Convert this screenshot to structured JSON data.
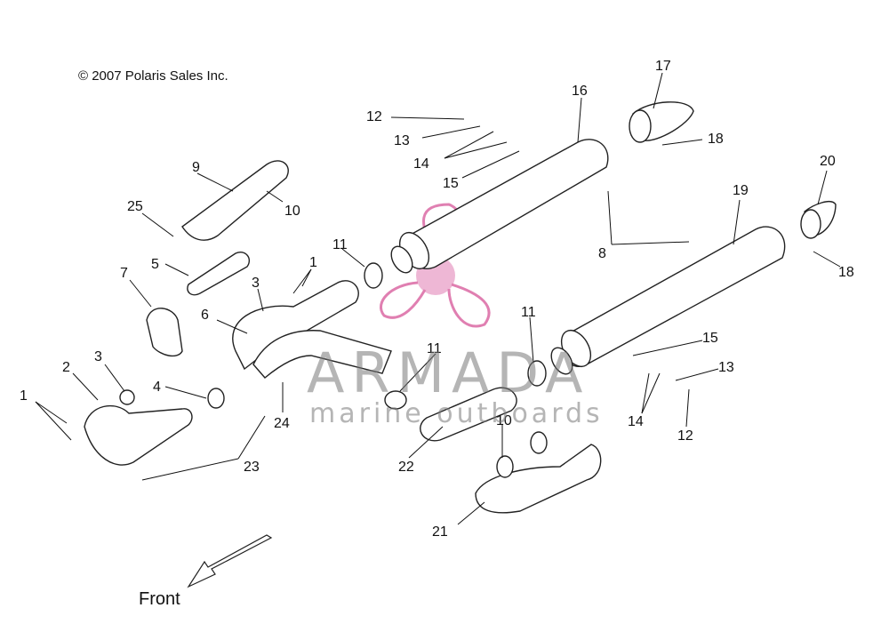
{
  "copyright": "© 2007 Polaris Sales Inc.",
  "front_label": "Front",
  "watermark": {
    "brand": "ARMADA",
    "tagline": "marine outboards"
  },
  "callouts": [
    "1",
    "2",
    "3",
    "4",
    "5",
    "6",
    "7",
    "8",
    "9",
    "10",
    "11",
    "12",
    "13",
    "14",
    "15",
    "16",
    "17",
    "18",
    "19",
    "20",
    "21",
    "22",
    "23",
    "24",
    "25"
  ],
  "colors": {
    "line": "#222222",
    "watermark_logo": "#d34a91",
    "watermark_text": "#8a8a8a"
  }
}
